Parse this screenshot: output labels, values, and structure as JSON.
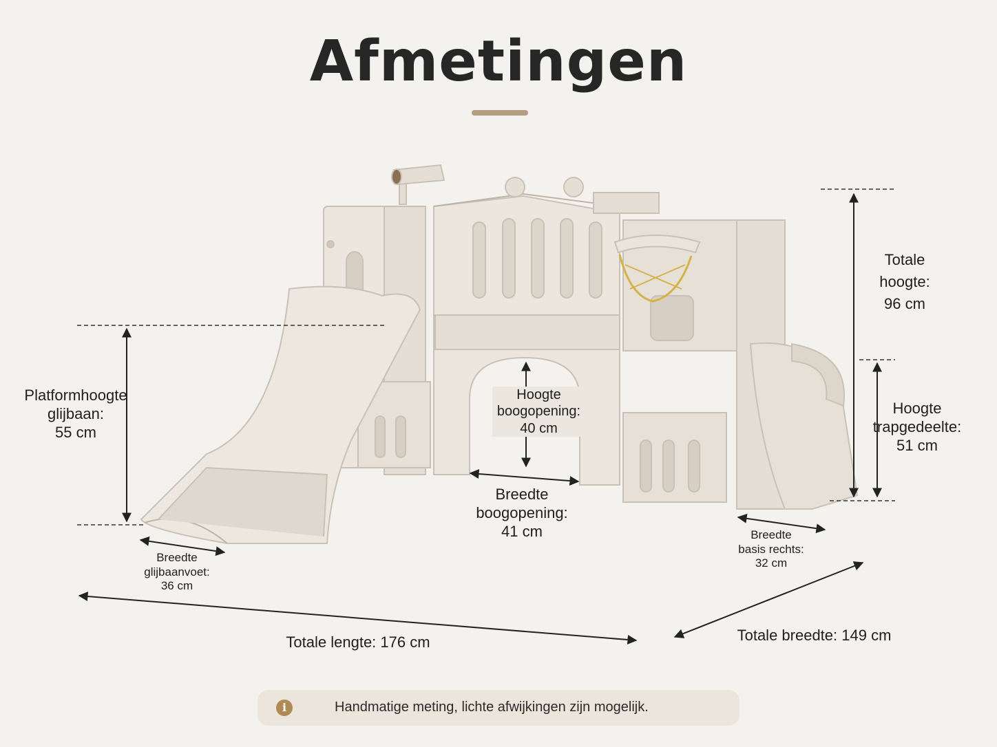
{
  "title": "Afmetingen",
  "icons": {
    "info": "info-icon"
  },
  "colors": {
    "background": "#f4f2ef",
    "accent": "#b49e82",
    "product": "#e9e4dc",
    "note_bg": "#ece5dc"
  },
  "labels": {
    "platform_height": [
      "Platformhoogte",
      "glijbaan:",
      "55 cm"
    ],
    "arch_height": [
      "Hoogte",
      "boogopening:",
      "40 cm"
    ],
    "total_height": [
      "Totale",
      "hoogte:",
      "96 cm"
    ],
    "stairs_height": [
      "Hoogte",
      "trapgedeelte:",
      "51 cm"
    ],
    "arch_width": [
      "Breedte",
      "boogopening:",
      "41 cm"
    ],
    "base_right_width": [
      "Breedte",
      "basis rechts:",
      "32 cm"
    ],
    "slide_foot_width": [
      "Breedte",
      "glijbaanvoet:",
      "36 cm"
    ],
    "total_length": "Totale lengte: 176 cm",
    "total_width": "Totale breedte: 149 cm"
  },
  "note": {
    "info_glyph": "i",
    "text": "Handmatige meting, lichte afwijkingen zijn mogelijk."
  }
}
